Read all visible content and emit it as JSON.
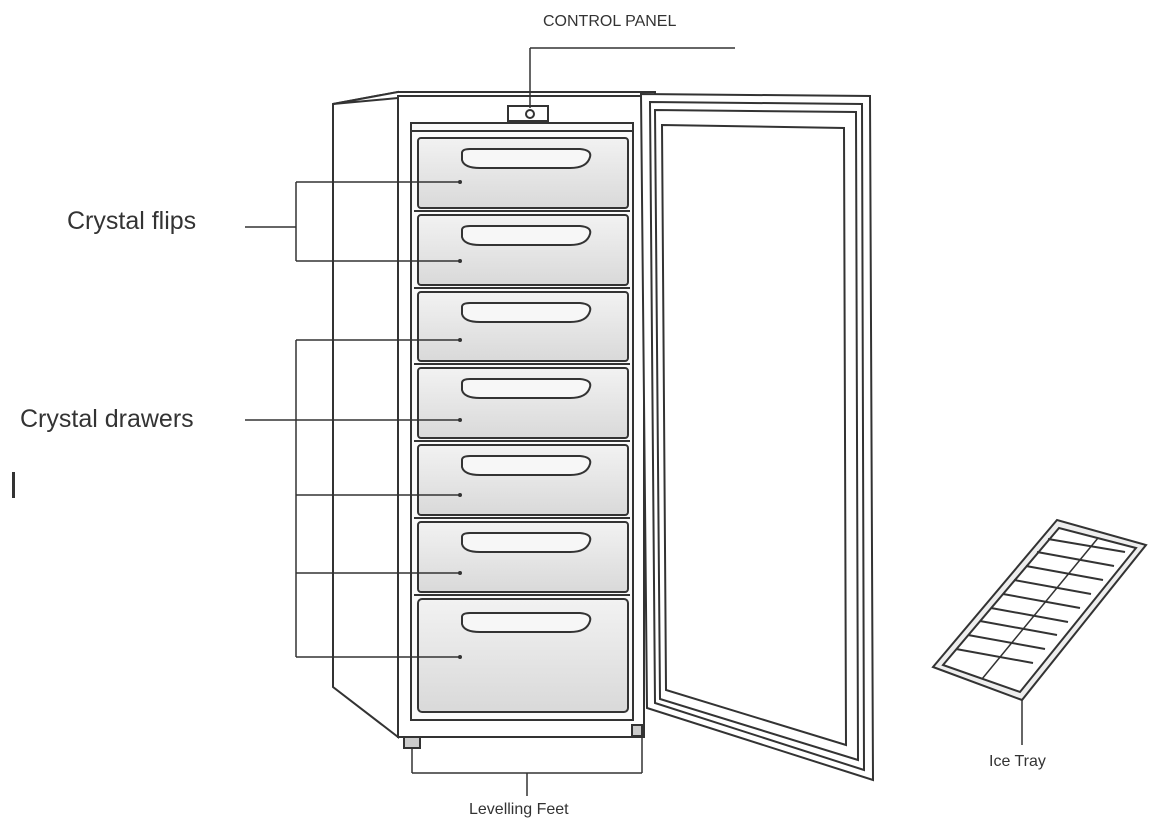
{
  "labels": {
    "control_panel": "CONTROL PANEL",
    "crystal_flips": "Crystal flips",
    "crystal_drawers": "Crystal drawers",
    "levelling_feet": "Levelling Feet",
    "ice_tray": "Ice Tray"
  },
  "colors": {
    "line": "#333333",
    "drawer_fill": "#e6e6e6",
    "background": "#ffffff"
  },
  "icons": {
    "freezer": "upright-freezer-drawing",
    "tray": "ice-tray-drawing"
  }
}
